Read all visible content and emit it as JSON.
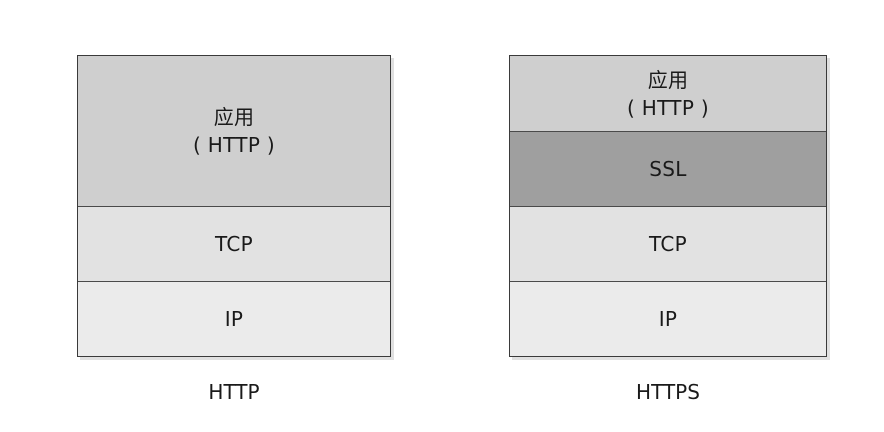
{
  "http_stack": {
    "caption": "HTTP",
    "layers": {
      "application": {
        "name": "应用",
        "protocol": "( HTTP )"
      },
      "tcp": "TCP",
      "ip": "IP"
    }
  },
  "https_stack": {
    "caption": "HTTPS",
    "layers": {
      "application": {
        "name": "应用",
        "protocol": "( HTTP )"
      },
      "ssl": "SSL",
      "tcp": "TCP",
      "ip": "IP"
    }
  },
  "colors": {
    "application_layer": "#cfcfcf",
    "ssl_layer": "#9f9f9f",
    "tcp_layer": "#e2e2e2",
    "ip_layer": "#ebebeb",
    "border": "#3a3a3a"
  }
}
